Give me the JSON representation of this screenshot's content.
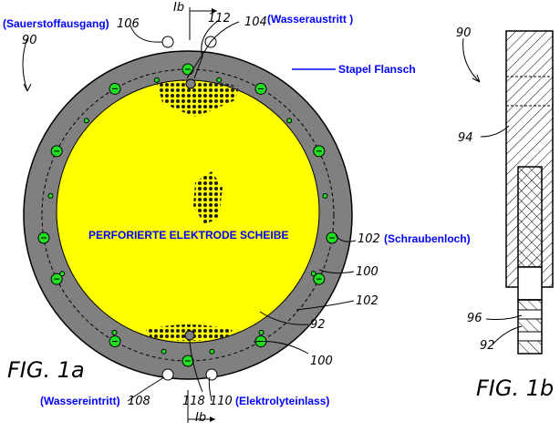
{
  "fig_a": {
    "figure_label": "FIG. 1a",
    "ref_numbers": {
      "assembly": "90",
      "oxygen_outlet": "106",
      "section_mark": "112",
      "water_outlet": "104",
      "bolt_hole": "102",
      "bolt_hole_2": "102",
      "small_hole": "100",
      "small_hole_2": "100",
      "electrode": "92",
      "water_inlet": "108",
      "section_mark_bottom": "118",
      "electrolyte_inlet": "110"
    },
    "section_marker_top": "Ib",
    "section_marker_bottom": "Ib",
    "labels": {
      "oxygen_outlet": "(Sauerstoffausgang)",
      "water_outlet": "(Wasseraustritt )",
      "stack_flange": "Stapel Flansch",
      "electrode_disc": "PERFORIERTE ELEKTRODE SCHEIBE",
      "bolt_hole": "(Schraubenloch)",
      "water_inlet": "(Wassereintritt)",
      "electrolyte_inlet": "(Elektrolyteinlass)"
    },
    "colors": {
      "flange": "#808080",
      "electrode": "#ffff00",
      "bolt": "#22dd22",
      "label": "#0000ff"
    }
  },
  "fig_b": {
    "figure_label": "FIG. 1b",
    "ref_numbers": {
      "assembly": "90",
      "flange": "94",
      "channel": "96",
      "electrode": "92"
    }
  }
}
